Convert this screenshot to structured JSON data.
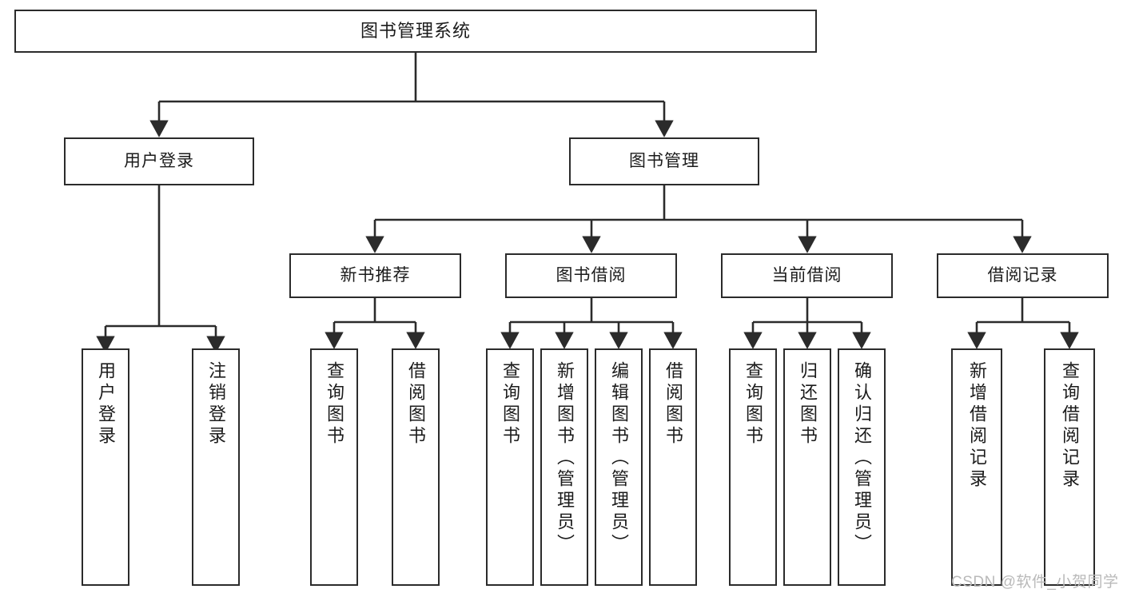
{
  "diagram": {
    "title": "图书管理系统",
    "type": "tree-hierarchy",
    "watermark": "CSDN @软件_小贺同学",
    "colors": {
      "box_border": "#2b2b2b",
      "box_fill": "#ffffff",
      "text": "#1b1b1b",
      "connector": "#2b2b2b",
      "watermark": "#b9b9b9",
      "background": "#ffffff"
    },
    "nodes": {
      "root": {
        "label": "图书管理系统"
      },
      "level2": [
        {
          "id": "user-login",
          "label": "用户登录"
        },
        {
          "id": "book-manage",
          "label": "图书管理"
        }
      ],
      "level3": [
        {
          "id": "new-book-recommend",
          "label": "新书推荐"
        },
        {
          "id": "book-borrow",
          "label": "图书借阅"
        },
        {
          "id": "current-borrow",
          "label": "当前借阅"
        },
        {
          "id": "borrow-record",
          "label": "借阅记录"
        }
      ],
      "leaves_user_login": [
        {
          "id": "leaf-user-login",
          "label": "用户登录"
        },
        {
          "id": "leaf-logout-login",
          "label": "注销登录"
        }
      ],
      "leaves_new_book_recommend": [
        {
          "id": "leaf-query-book-1",
          "label": "查询图书"
        },
        {
          "id": "leaf-borrow-book-1",
          "label": "借阅图书"
        }
      ],
      "leaves_book_borrow": [
        {
          "id": "leaf-query-book-2",
          "label": "查询图书"
        },
        {
          "id": "leaf-add-book",
          "label": "新增图书（管理员）"
        },
        {
          "id": "leaf-edit-book",
          "label": "编辑图书（管理员）"
        },
        {
          "id": "leaf-borrow-book-2",
          "label": "借阅图书"
        }
      ],
      "leaves_current_borrow": [
        {
          "id": "leaf-query-book-3",
          "label": "查询图书"
        },
        {
          "id": "leaf-return-book",
          "label": "归还图书"
        },
        {
          "id": "leaf-confirm-return",
          "label": "确认归还（管理员）"
        }
      ],
      "leaves_borrow_record": [
        {
          "id": "leaf-add-borrow-record",
          "label": "新增借阅记录"
        },
        {
          "id": "leaf-query-borrow-record",
          "label": "查询借阅记录"
        }
      ]
    }
  }
}
